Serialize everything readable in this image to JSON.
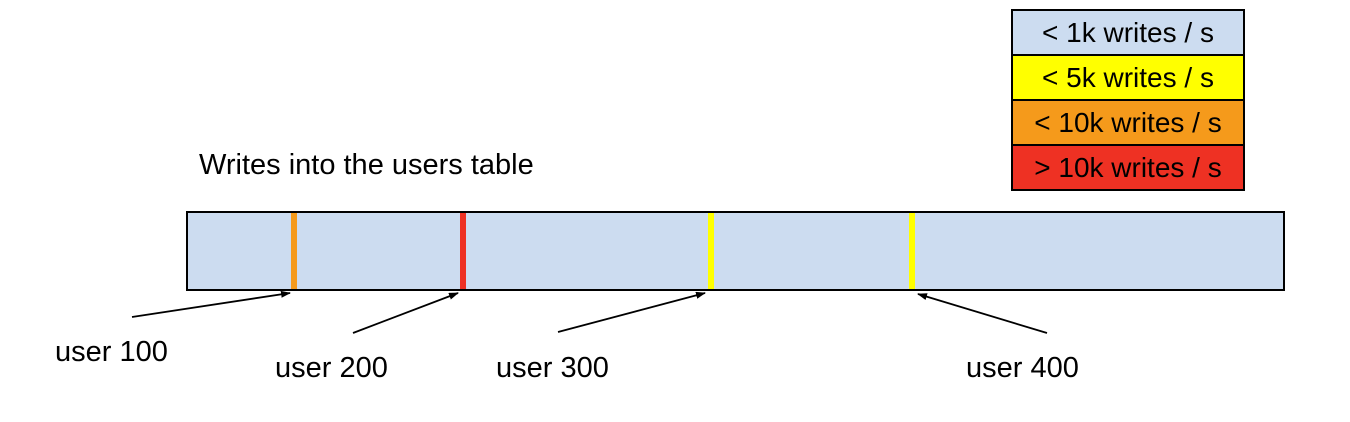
{
  "title": "Writes into the users table",
  "legend": {
    "items": [
      {
        "label": "< 1k writes / s",
        "color": "#ccdcf0"
      },
      {
        "label": "< 5k writes / s",
        "color": "#ffff00"
      },
      {
        "label": "< 10k writes / s",
        "color": "#f59a1b"
      },
      {
        "label": "> 10k writes / s",
        "color": "#ee3123"
      }
    ]
  },
  "bar": {
    "fill": "#ccdcf0",
    "border_color": "#000000"
  },
  "markers": [
    {
      "label": "user 100",
      "rate": "< 10k writes / s",
      "color": "#f59a1b"
    },
    {
      "label": "user 200",
      "rate": "> 10k writes / s",
      "color": "#ee3123"
    },
    {
      "label": "user 300",
      "rate": "< 5k writes / s",
      "color": "#ffff00"
    },
    {
      "label": "user 400",
      "rate": "< 5k writes / s",
      "color": "#ffff00"
    }
  ]
}
